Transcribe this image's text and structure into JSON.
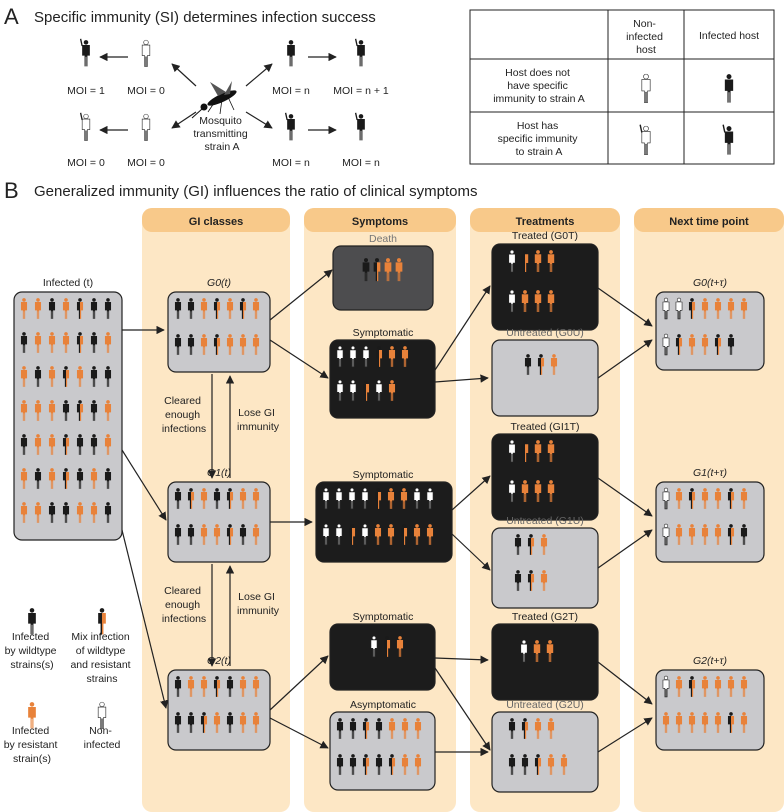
{
  "panel_a": {
    "letter": "A",
    "title": "Specific immunity (SI) determines infection success",
    "mosquito_label": [
      "Mosquito",
      "transmitting",
      "strain A"
    ],
    "moi": {
      "tl1": "MOI = 1",
      "tl2": "MOI = 0",
      "tr1": "MOI = n",
      "tr2": "MOI = n + 1",
      "bl1": "MOI = 0",
      "bl2": "MOI = 0",
      "br1": "MOI = n",
      "br2": "MOI = n"
    },
    "legend": {
      "col1": [
        "Non-",
        "infected",
        "host"
      ],
      "col2": "Infected host",
      "row1": [
        "Host does not",
        "have specific",
        "immunity to strain A"
      ],
      "row2": [
        "Host has",
        "specific immunity",
        "to strain A"
      ]
    }
  },
  "panel_b": {
    "letter": "B",
    "title": "Generalized immunity (GI) influences the ratio of clinical symptoms",
    "columns": [
      "GI classes",
      "Symptoms",
      "Treatments",
      "Next time point"
    ],
    "infected_label": "Infected (t)",
    "gi": {
      "g0": "G0(t)",
      "g1": "G1(t)",
      "g2": "G2(t)"
    },
    "next": {
      "g0": "G0(t+τ)",
      "g1": "G1(t+τ)",
      "g2": "G2(t+τ)"
    },
    "symptoms": {
      "death": "Death",
      "symp0": "Symptomatic",
      "symp1": "Symptomatic",
      "symp2": "Symptomatic",
      "asymp2": "Asymptomatic"
    },
    "treatments": {
      "t0": "Treated (G0T)",
      "u0": "Untreated (G0U)",
      "t1": "Treated (GI1T)",
      "u1": "Untreated (G1U)",
      "t2": "Treated (G2T)",
      "u2": "Untreated (G2U)"
    },
    "transitions": {
      "cleared": [
        "Cleared",
        "enough",
        "infections"
      ],
      "lose": [
        "Lose GI",
        "immunity"
      ]
    },
    "legend": {
      "wild": [
        "Infected",
        "by wildtype",
        "strains(s)"
      ],
      "mix": [
        "Mix infection",
        "of wildtype",
        "and resistant",
        "strains"
      ],
      "res": [
        "Infected",
        "by resistant",
        "strain(s)"
      ],
      "non": [
        "Non-",
        "infected"
      ]
    },
    "colors": {
      "wild": "#1a1a1a",
      "resistant": "#e8823a",
      "column_bg": "#fde7c5",
      "column_head": "#f8c98a",
      "box_grey": "#c9c9cc",
      "box_dark": "#1c1c1c"
    }
  }
}
